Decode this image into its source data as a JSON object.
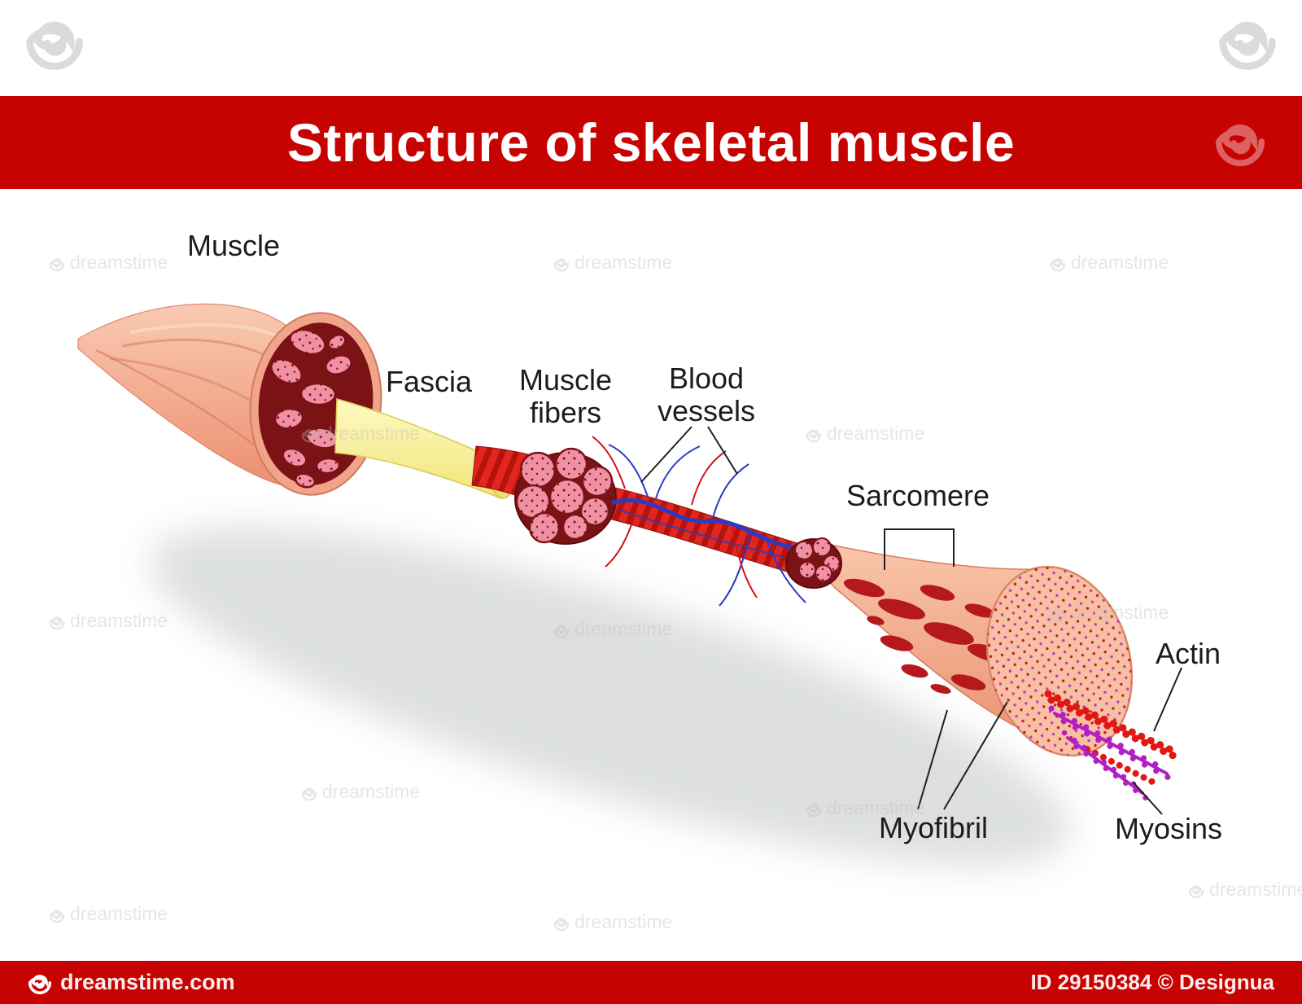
{
  "title": "Structure of skeletal muscle",
  "labels": {
    "muscle": "Muscle",
    "fascia": "Fascia",
    "muscle_fibers_line1": "Muscle",
    "muscle_fibers_line2": "fibers",
    "blood_vessels_line1": "Blood",
    "blood_vessels_line2": "vessels",
    "sarcomere": "Sarcomere",
    "actin": "Actin",
    "myofibril": "Myofibril",
    "myosins": "Myosins"
  },
  "watermark": {
    "brand": "dreamstime",
    "site": "dreamstime.com",
    "credit": "ID 29150384 © Designua"
  },
  "colors": {
    "banner_red": "#c70301",
    "muscle_salmon": "#f2a48b",
    "fascicle_pink": "#f090a4",
    "fascia_yellow": "#f7ee9a",
    "fiber_red": "#e2261d",
    "fiber_stripe_dark": "#b5130c",
    "myofibril_dark_red": "#b5181d",
    "cross_section_maroon": "#7a1216",
    "actin_red": "#e21713",
    "myosin_magenta": "#b21fc4",
    "vessel_blue": "#2a3bc2"
  }
}
